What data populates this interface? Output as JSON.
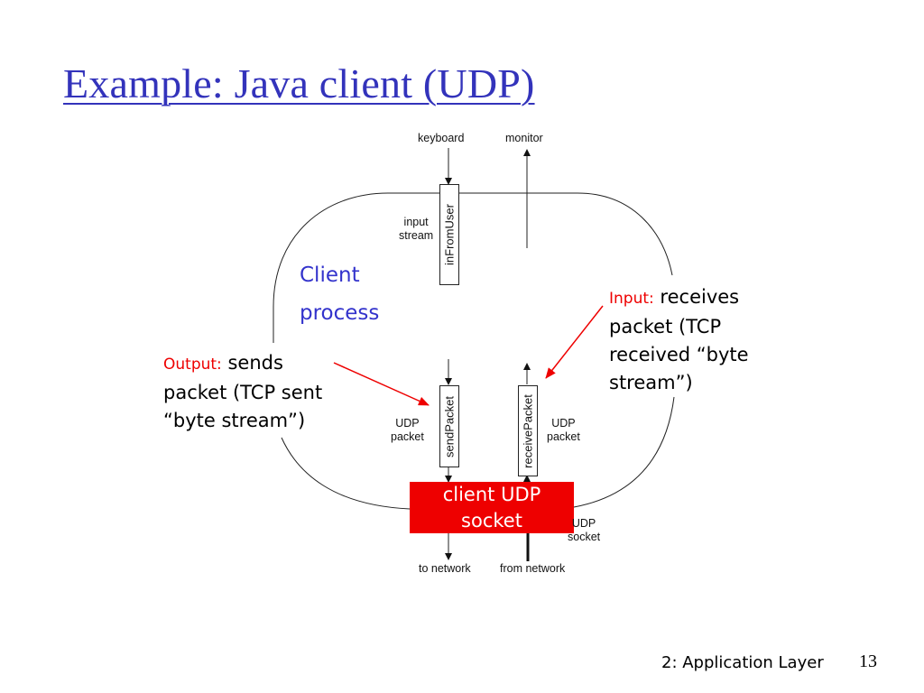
{
  "slide": {
    "title": "Example: Java client (UDP)",
    "footer": "2: Application Layer",
    "page_number": "13"
  },
  "diagram": {
    "keyboard_label": "keyboard",
    "monitor_label": "monitor",
    "input_stream_label_line1": "input",
    "input_stream_label_line2": "stream",
    "in_from_user_label": "inFromUser",
    "client_process_line1": "Client",
    "client_process_line2": "process",
    "send_packet_label": "sendPacket",
    "receive_packet_label": "receivePacket",
    "udp_packet_left_line1": "UDP",
    "udp_packet_left_line2": "packet",
    "udp_packet_right_line1": "UDP",
    "udp_packet_right_line2": "packet",
    "socket_line1": "client UDP",
    "socket_line2": "socket",
    "udp_socket_line1": "UDP",
    "udp_socket_line2": "socket",
    "to_network_label": "to network",
    "from_network_label": "from network",
    "output_note": {
      "keyword": "Output:",
      "line1_rest": " sends",
      "line2": "packet (TCP sent",
      "line3": "“byte stream”)"
    },
    "input_note": {
      "keyword": "Input:",
      "line1_rest": " receives",
      "line2": "packet (TCP",
      "line3": "received “byte",
      "line4": "stream”)"
    },
    "colors": {
      "title": "#3333bb",
      "client_process": "#3333cc",
      "socket_fill": "#ee0000",
      "annotation_arrow": "#ee0000"
    }
  }
}
